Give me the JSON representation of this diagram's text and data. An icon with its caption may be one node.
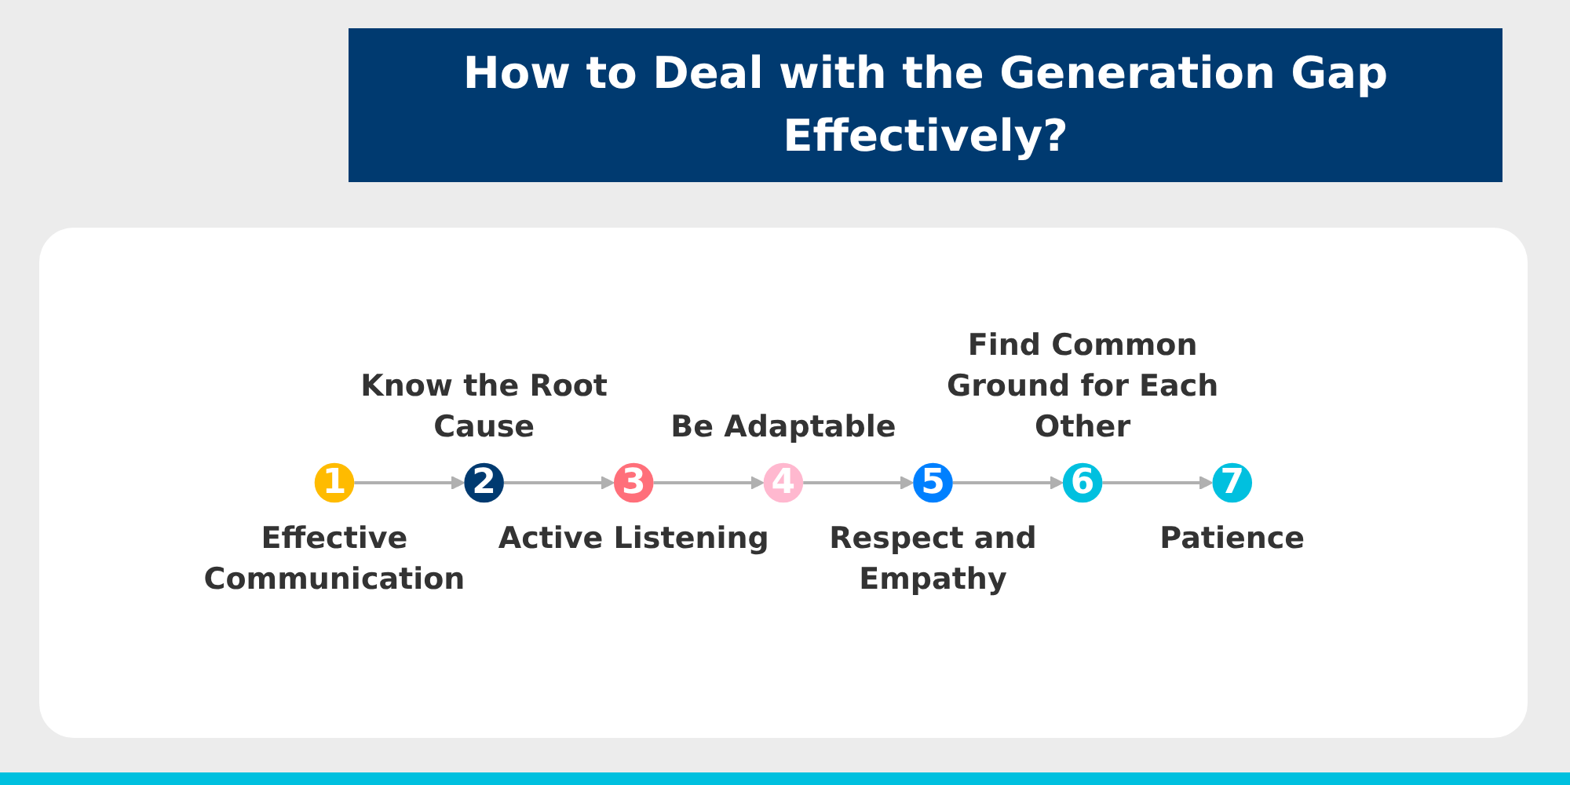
{
  "diagram": {
    "title": "How to Deal with the Generation Gap Effectively?",
    "nodes": [
      {
        "text": [
          "1"
        ],
        "beside": [
          "Effective Communication"
        ]
      },
      {
        "text": [
          "2"
        ],
        "beside": [
          "Know the Root Cause"
        ]
      },
      {
        "text": [
          "3"
        ],
        "beside": [
          "Active Listening"
        ]
      },
      {
        "text": [
          "4"
        ],
        "beside": [
          "Be Adaptable"
        ]
      },
      {
        "text": [
          "5"
        ],
        "beside": [
          "Respect and Empathy"
        ]
      },
      {
        "text": [
          "6"
        ],
        "beside": [
          "Find Common Ground for Each Other"
        ]
      },
      {
        "text": [
          "7"
        ],
        "beside": [
          "Patience"
        ]
      }
    ],
    "edges": [
      {
        "from": 0,
        "to": 1,
        "arrow": "to"
      },
      {
        "from": 1,
        "to": 2,
        "arrow": "to"
      },
      {
        "from": 2,
        "to": 3,
        "arrow": "to"
      },
      {
        "from": 3,
        "to": 4,
        "arrow": "to"
      },
      {
        "from": 4,
        "to": 5,
        "arrow": "to"
      },
      {
        "from": 5,
        "to": 6,
        "arrow": "to"
      }
    ]
  }
}
